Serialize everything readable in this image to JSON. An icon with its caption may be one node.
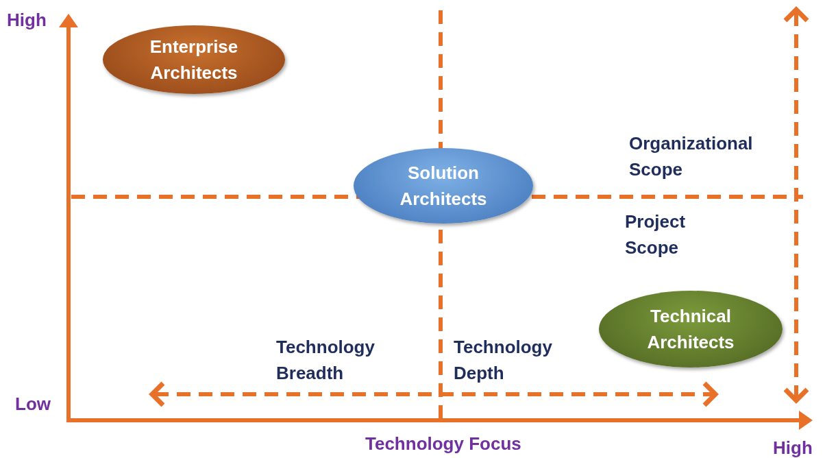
{
  "diagram": {
    "nodes": [
      {
        "text": [
          "Enterprise Architects"
        ]
      },
      {
        "text": [
          "Solution Architects"
        ]
      },
      {
        "text": [
          "Technical Architects"
        ]
      }
    ],
    "labels": [
      "High",
      "Organizational Scope",
      "Project Scope",
      "Technology Breadth",
      "Technology Depth",
      "Low",
      "Technology Focus",
      "High"
    ]
  }
}
